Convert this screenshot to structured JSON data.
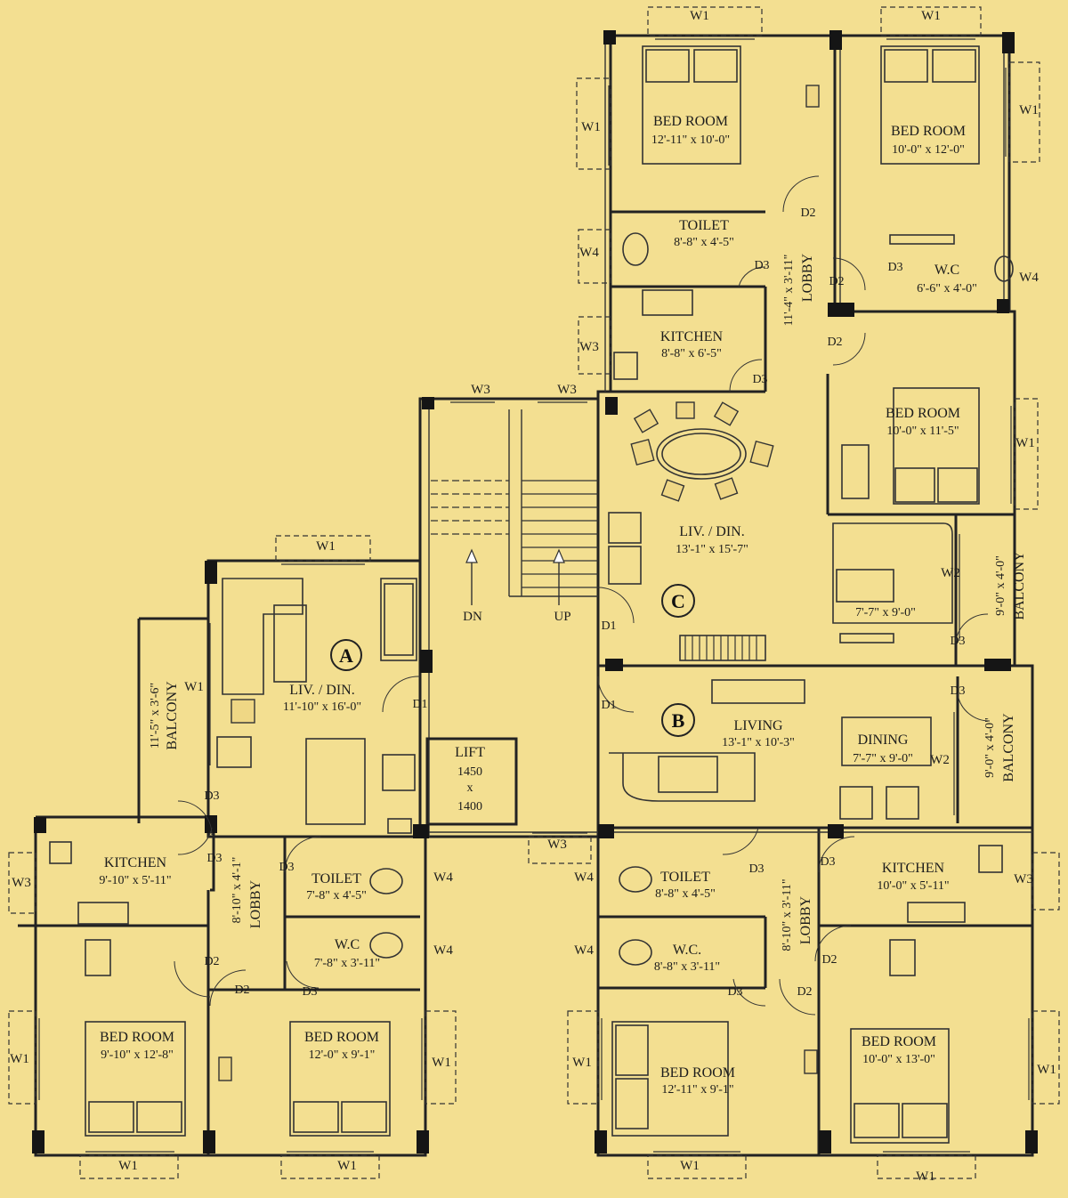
{
  "plan": {
    "units": {
      "a": "A",
      "b": "B",
      "c": "C"
    },
    "unit_c": {
      "bed1": {
        "name": "BED ROOM",
        "size": "12'-11\" x 10'-0\""
      },
      "bed2": {
        "name": "BED ROOM",
        "size": "10'-0\" x 12'-0\""
      },
      "toilet": {
        "name": "TOILET",
        "size": "8'-8\" x 4'-5\""
      },
      "wc": {
        "name": "W.C",
        "size": "6'-6\" x 4'-0\""
      },
      "kitchen": {
        "name": "KITCHEN",
        "size": "8'-8\" x 6'-5\""
      },
      "lobby": {
        "name": "LOBBY",
        "size": "11'-4\" x 3'-11\""
      },
      "bed3": {
        "name": "BED ROOM",
        "size": "10'-0\" x 11'-5\""
      },
      "livdin": {
        "name": "LIV. / DIN.",
        "size": "13'-1\" x 15'-7\""
      },
      "sitout": {
        "size": "7'-7\" x 9'-0\""
      },
      "balcony": {
        "name": "BALCONY",
        "size": "9'-0\" x 4'-0\""
      }
    },
    "unit_a": {
      "livdin": {
        "name": "LIV. / DIN.",
        "size": "11'-10\" x 16'-0\""
      },
      "balcony": {
        "name": "BALCONY",
        "size": "11'-5\" x 3'-6\""
      },
      "kitchen": {
        "name": "KITCHEN",
        "size": "9'-10\" x 5'-11\""
      },
      "lobby": {
        "name": "LOBBY",
        "size": "8'-10\" x 4'-1\""
      },
      "toilet": {
        "name": "TOILET",
        "size": "7'-8\" x 4'-5\""
      },
      "wc": {
        "name": "W.C",
        "size": "7'-8\" x 3'-11\""
      },
      "bed1": {
        "name": "BED ROOM",
        "size": "9'-10\" x 12'-8\""
      },
      "bed2": {
        "name": "BED ROOM",
        "size": "12'-0\" x 9'-1\""
      }
    },
    "unit_b": {
      "living": {
        "name": "LIVING",
        "size": "13'-1\" x 10'-3\""
      },
      "dining": {
        "name": "DINING",
        "size": "7'-7\" x 9'-0\""
      },
      "balcony": {
        "name": "BALCONY",
        "size": "9'-0\" x 4'-0\""
      },
      "toilet": {
        "name": "TOILET",
        "size": "8'-8\" x 4'-5\""
      },
      "wc": {
        "name": "W.C.",
        "size": "8'-8\" x 3'-11\""
      },
      "lobby": {
        "name": "LOBBY",
        "size": "8'-10\" x 3'-11\""
      },
      "kitchen": {
        "name": "KITCHEN",
        "size": "10'-0\" x 5'-11\""
      },
      "bed1": {
        "name": "BED ROOM",
        "size": "12'-11\" x 9'-1\""
      },
      "bed2": {
        "name": "BED ROOM",
        "size": "10'-0\" x 13'-0\""
      }
    },
    "core": {
      "lift": {
        "name": "LIFT",
        "w": "1450",
        "x": "x",
        "h": "1400"
      },
      "dn": "DN",
      "up": "UP"
    },
    "tags": {
      "w1": "W1",
      "w2": "W2",
      "w3": "W3",
      "w4": "W4",
      "d1": "D1",
      "d2": "D2",
      "d3": "D3"
    }
  }
}
